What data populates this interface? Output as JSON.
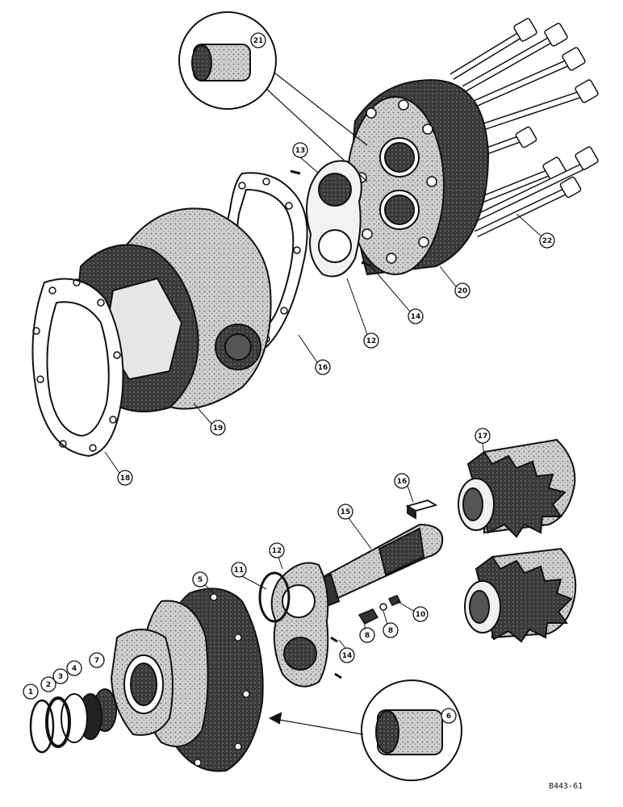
{
  "callouts": {
    "c1": "1",
    "c2": "2",
    "c3": "3",
    "c4": "4",
    "c5": "5",
    "c6": "6",
    "c7": "7",
    "c8a": "8",
    "c8b": "8",
    "c10": "10",
    "c11": "11",
    "c12a": "12",
    "c12b": "12",
    "c13": "13",
    "c14a": "14",
    "c14b": "14",
    "c15": "15",
    "c16a": "16",
    "c16b": "16",
    "c17": "17",
    "c18": "18",
    "c19": "19",
    "c20": "20",
    "c21": "21",
    "c22": "22"
  },
  "figure_id": "B443-61"
}
